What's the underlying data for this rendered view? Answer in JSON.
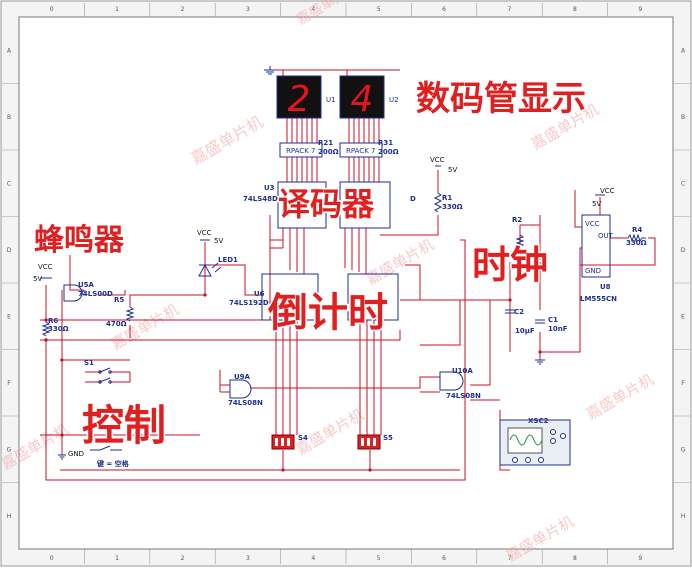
{
  "ruler": {
    "cols": [
      "0",
      "1",
      "2",
      "3",
      "4",
      "5",
      "6",
      "7",
      "8",
      "9"
    ],
    "rows": [
      "A",
      "B",
      "C",
      "D",
      "E",
      "F",
      "G",
      "H"
    ]
  },
  "overlay": {
    "display": "数码管显示",
    "decoder": "译码器",
    "buzzer": "蜂鸣器",
    "clock": "时钟",
    "countdown": "倒计时",
    "control": "控制"
  },
  "watermark": "嘉盛单片机",
  "displays": {
    "u1": {
      "digit": "2",
      "label": "U1"
    },
    "u2": {
      "digit": "4",
      "label": "U2"
    }
  },
  "labels": {
    "r21": "R21",
    "r21v": "200Ω",
    "r31": "R31",
    "r31v": "200Ω",
    "rpack": "RPACK 7",
    "u3": "U3",
    "u3p": "74LS48D",
    "u3b": "D",
    "vcc_r1": "VCC",
    "v5_r1": "5V",
    "r1": "R1",
    "r1v": "330Ω",
    "vcc_led": "VCC",
    "v5_led": "5V",
    "led1": "LED1",
    "r5": "R5",
    "r5v": "470Ω",
    "u6": "U6",
    "u6p": "74LS192D",
    "vcc_l": "VCC",
    "v5_l": "5V",
    "r6": "R6",
    "r6v": "330Ω",
    "u5a": "U5A",
    "u5p": "74LS00D",
    "s1": "S1",
    "u9a": "U9A",
    "u9p": "74LS08N",
    "u10a": "U10A",
    "u10p": "74LS08N",
    "s4": "S4",
    "s5": "S5",
    "gnd": "GND",
    "key": "键 = 空格",
    "vcc_r": "VCC",
    "v5_r": "5V",
    "r2": "R2",
    "r4": "R4",
    "r4v": "330Ω",
    "u8": "U8",
    "u8p": "LM555CN",
    "c2": "C2",
    "c2v": "10µF",
    "c1": "C1",
    "c1v": "10nF",
    "xsc2": "XSC2",
    "vcc_pin": "VCC",
    "out_pin": "OUT",
    "gnd_pin": "GND"
  },
  "colors": {
    "wire": "#c8102e",
    "component": "#1f2f8f",
    "overlay": "#e02020",
    "segment": "#e8141b",
    "border": "#7a7a7a"
  }
}
